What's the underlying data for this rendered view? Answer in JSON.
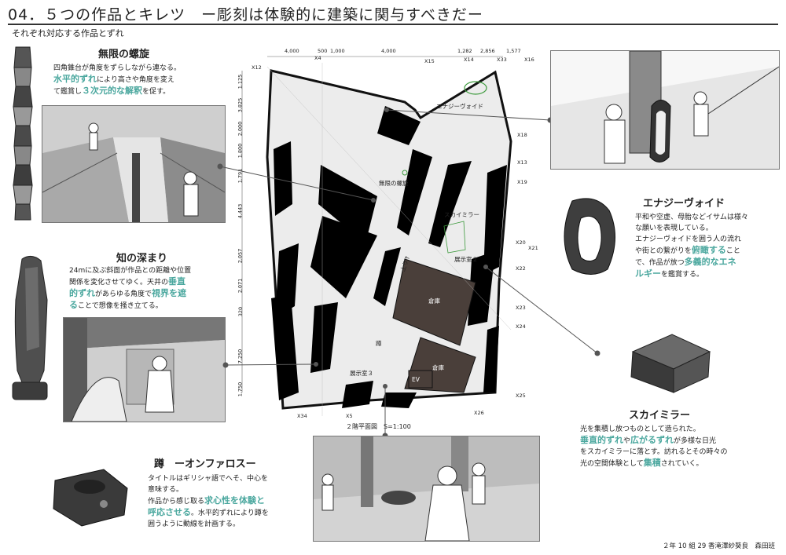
{
  "header": {
    "title": "04．５つの作品とキレツ　ー彫刻は体験的に建築に関与すべきだー",
    "subtitle": "それぞれ対応する作品とずれ"
  },
  "works": {
    "infinite_spiral": {
      "heading": "無限の螺旋",
      "line1": "四角錐台が角度をずらしながら連なる。",
      "hl1": "水平的ずれ",
      "line2_tail": "により高さや角度を変え",
      "line3_head": "て鑑賞し",
      "hl2": "３次元的な解釈",
      "line3_tail": "を促す。"
    },
    "depth_of_knowledge": {
      "heading": "知の深まり",
      "line1": "24mに及ぶ斜面が作品との距離や位置",
      "line2_head": "関係を変化させてゆく。天井の",
      "hl1": "垂直",
      "hl2": "的ずれ",
      "line3_mid": "があらゆる角度で",
      "hl3": "視界を遮",
      "hl4": "る",
      "line4_tail": "ことで想像を掻き立てる。"
    },
    "energy_void": {
      "heading": "エナジーヴォイド",
      "line1": "平和や空虚、母胎などイサムは様々",
      "line2": "な願いを表現している。",
      "line3": "エナジーヴォイドを囲う人の流れ",
      "line4_head": "や街との繋がりを",
      "hl1": "俯瞰する",
      "line4_tail": "こと",
      "line5_head": "で、作品が放つ",
      "hl2": "多義的なエネ",
      "hl3": "ルギー",
      "line6_tail": "を鑑賞する。"
    },
    "sky_mirror": {
      "heading": "スカイミラー",
      "line1": "光を集積し放つものとして造られた。",
      "hl1": "垂直的ずれ",
      "line2_mid": "や",
      "hl2": "広がるずれ",
      "line2_tail": "が多様な日光",
      "line3": "をスカイミラーに落とす。訪れるとその時々の",
      "line4_head": "光の空間体験として",
      "hl3": "集積",
      "line4_tail": "されていく。"
    },
    "tsukubai": {
      "heading": "蹲　ーオンファロスー",
      "line1": "タイトルはギリシャ語でへそ、中心を",
      "line2": "意味する。",
      "line3_head": "作品から感じ取る",
      "hl1": "求心性を体験と",
      "hl2": "呼応させる",
      "line4_tail": "。水平的ずれにより蹲を",
      "line5": "囲うように動線を計画する。"
    }
  },
  "plan": {
    "caption": "２階平面図　S=1:100",
    "labels": {
      "energy_void": "エナジーヴォイド",
      "infinite_spiral": "無限の螺旋",
      "sky_mirror": "スカイミラー",
      "exhibit2": "展示室２",
      "exhibit3": "展示室３",
      "storage1": "倉庫",
      "storage2": "倉庫",
      "ev": "EV",
      "tsukubai": "蹲",
      "slope": "上り↑"
    },
    "grid_top": [
      "X4",
      "X15",
      "X14",
      "X33",
      "X16"
    ],
    "grid_right": [
      "X18",
      "X13",
      "X19",
      "X20",
      "X21",
      "X22",
      "X23",
      "X24",
      "X25"
    ],
    "grid_bottom": [
      "X34",
      "X5",
      "X26"
    ],
    "grid_left": [
      "X12"
    ],
    "dims_top": [
      "4,000",
      "500",
      "1,000",
      "4,000",
      "1,282",
      "2,856",
      "1,577"
    ],
    "dims_left": [
      "1,125",
      "3,825",
      "2,000",
      "1,800",
      "1,791",
      "4,443",
      "2,057",
      "2,071",
      "320",
      "7,250",
      "1,750"
    ]
  },
  "footer": "２年 10 組 29 香滝澤紗葵良　森田班",
  "colors": {
    "accent": "#4aa79e",
    "wall_black": "#000000",
    "storage_brown": "#4a3f3a",
    "panel_gray": "#dcdcdc"
  }
}
